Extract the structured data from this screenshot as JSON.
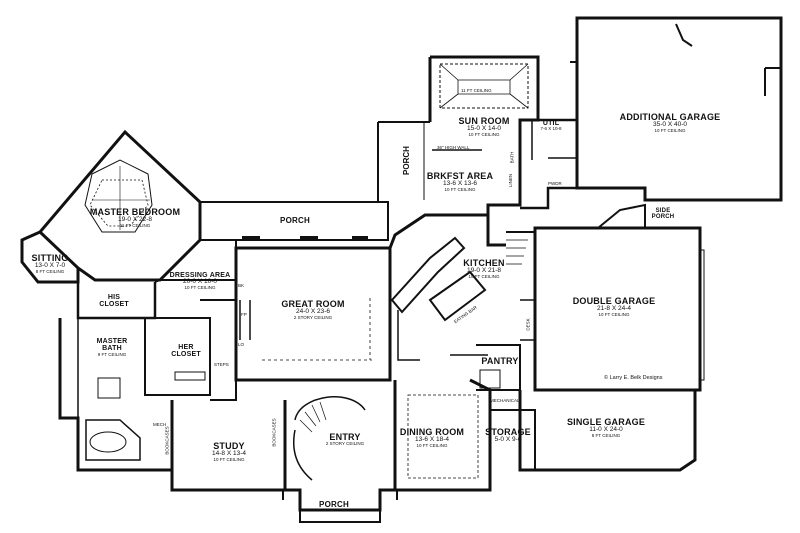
{
  "rooms": {
    "master_bedroom": {
      "name": "MASTER BEDROOM",
      "dims": "19-0 X 22-8",
      "ceiling": "11 FT CEILING"
    },
    "sitting": {
      "name": "SITTING",
      "dims": "13-0 X 7-0",
      "ceiling": "8 FT CEILING"
    },
    "his_closet": {
      "name": "HIS CLOSET"
    },
    "master_bath": {
      "name": "MASTER BATH",
      "ceiling": "9 FT CEILING"
    },
    "her_closet": {
      "name": "HER CLOSET"
    },
    "dressing_area": {
      "name": "DRESSING AREA",
      "dims": "20-0 X 10-0",
      "ceiling": "10 FT CEILING"
    },
    "great_room": {
      "name": "GREAT ROOM",
      "dims": "24-0 X 23-6",
      "ceiling": "2 STORY CEILING"
    },
    "study": {
      "name": "STUDY",
      "dims": "14-8 X 13-4",
      "ceiling": "10 FT CEILING"
    },
    "entry": {
      "name": "ENTRY",
      "ceiling": "2 STORY CEILING"
    },
    "dining_room": {
      "name": "DINING ROOM",
      "dims": "13-6 X 18-4",
      "ceiling": "10 FT CEILING"
    },
    "sun_room": {
      "name": "SUN ROOM",
      "dims": "15-0 X 14-0",
      "ceiling": "10 FT CEILING"
    },
    "brkfst_area": {
      "name": "BRKFST AREA",
      "dims": "13-6 X 13-6",
      "ceiling": "10 FT CEILING"
    },
    "kitchen": {
      "name": "KITCHEN",
      "dims": "19-0 X 21-8",
      "ceiling": "10 FT CEILING"
    },
    "util": {
      "name": "UTIL",
      "dims": "7-6 X 10-8"
    },
    "additional_garage": {
      "name": "ADDITIONAL GARAGE",
      "dims": "35-0 X 40-0",
      "ceiling": "10 FT CEILING"
    },
    "double_garage": {
      "name": "DOUBLE GARAGE",
      "dims": "21-8 X 24-4",
      "ceiling": "10 FT CEILING"
    },
    "single_garage": {
      "name": "SINGLE GARAGE",
      "dims": "11-0 X 24-0",
      "ceiling": "8 FT CEILING"
    },
    "storage": {
      "name": "STORAGE",
      "dims": "5-0 X 9-6"
    },
    "pantry": {
      "name": "PANTRY"
    },
    "side_porch": {
      "name": "SIDE PORCH"
    },
    "porch_rear": {
      "name": "PORCH"
    },
    "porch_side": {
      "name": "PORCH"
    },
    "porch_front": {
      "name": "PORCH"
    }
  },
  "small_labels": {
    "sun_ceiling": "11 FT CEILING",
    "high_wall": "36\" HIGH WALL",
    "linen": "LINEN",
    "pwdr": "PWDR",
    "mechanical": "MECHANICAL",
    "bookcases_left": "BOOKCASES",
    "bookcases_right": "BOOKCASES",
    "eating_bar": "EATING BAR",
    "desk": "DESK",
    "bath": "BATH",
    "fp": "FP",
    "lo": "LO",
    "bk": "BK",
    "steps": "STEPS",
    "mech": "MECH"
  },
  "credit": "© Larry E. Belk Designs"
}
